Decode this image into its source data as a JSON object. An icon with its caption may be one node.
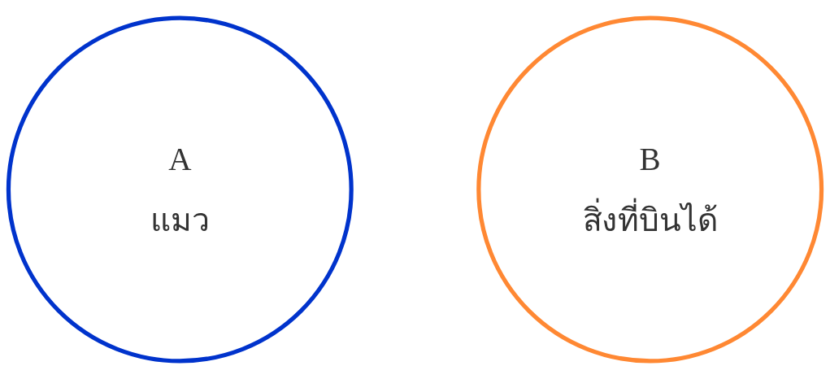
{
  "diagram": {
    "nodes": [
      {
        "text": [
          "A",
          "แมว"
        ]
      },
      {
        "text": [
          "B",
          "สิ่งที่บินได้"
        ]
      }
    ],
    "edges": []
  }
}
